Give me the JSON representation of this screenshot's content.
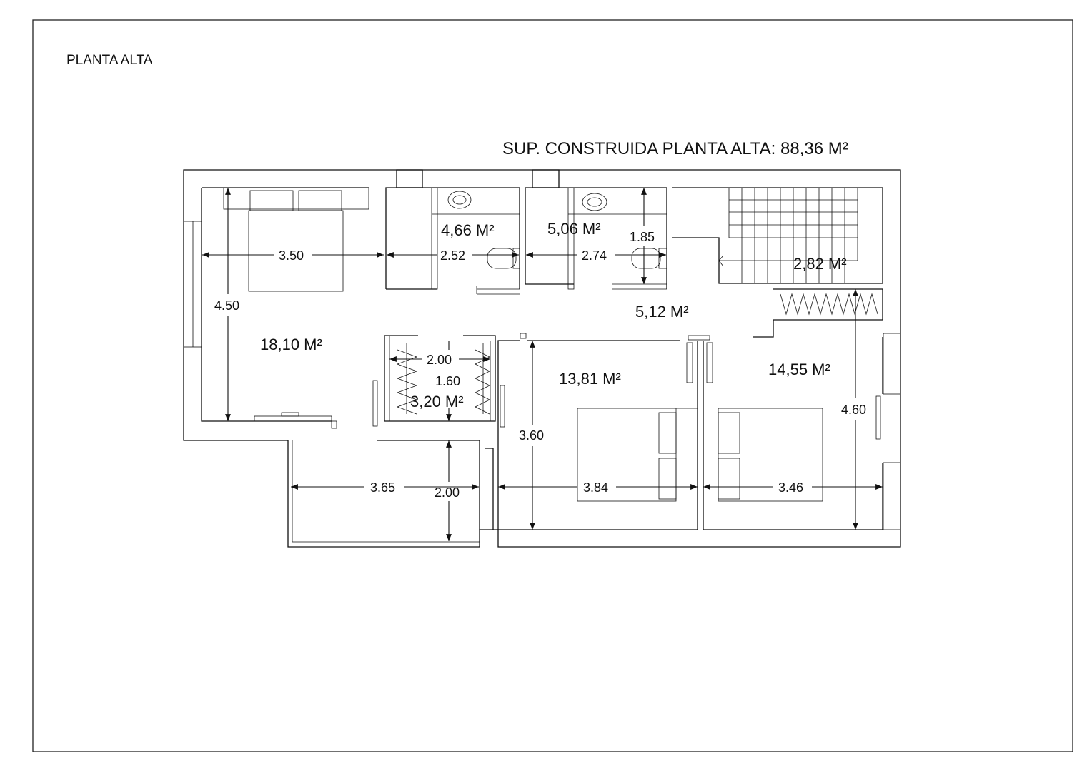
{
  "sheet_title": "PLANTA ALTA",
  "built_area": "SUP. CONSTRUIDA PLANTA ALTA: 88,36 M²",
  "rooms": {
    "master_bedroom": "18,10 M²",
    "bath_1": "4,66 M²",
    "bath_2": "5,06 M²",
    "stair": "2,82 M²",
    "hall": "5,12 M²",
    "dressing": "3,20 M²",
    "bedroom_2": "13,81 M²",
    "bedroom_3": "14,55 M²"
  },
  "dimensions": {
    "master_width": "3.50",
    "master_depth": "4.50",
    "bath_1_width": "2.52",
    "bath_2_width": "2.74",
    "bath_2_depth": "1.85",
    "dressing_width": "2.00",
    "dressing_depth": "1.60",
    "terrace_width": "3.65",
    "terrace_depth": "2.00",
    "bedroom_2_depth": "3.60",
    "bedroom_2_width": "3.84",
    "bedroom_3_width": "3.46",
    "bedroom_3_depth": "4.60"
  }
}
